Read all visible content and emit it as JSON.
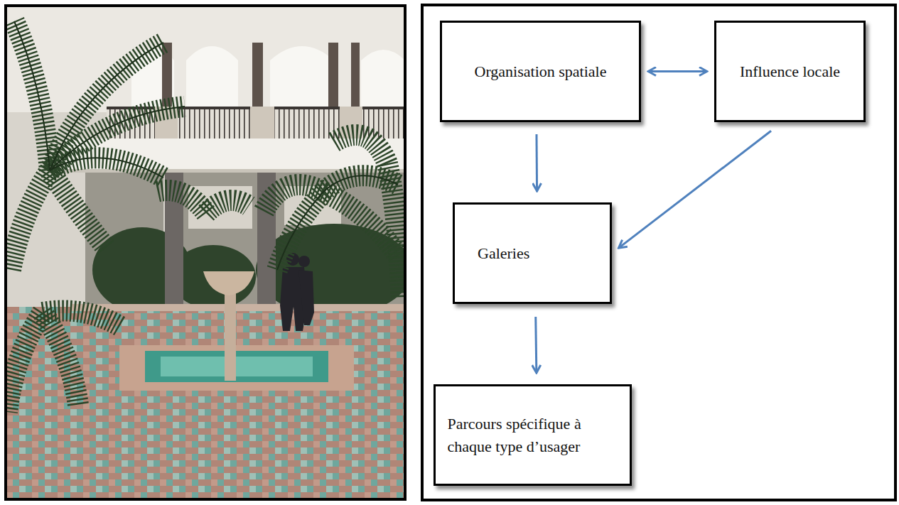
{
  "diagram": {
    "nodes": [
      {
        "text": [
          "Organisation spatiale"
        ]
      },
      {
        "text": [
          "Influence locale"
        ]
      },
      {
        "text": [
          "Galeries"
        ]
      },
      {
        "text": [
          "Parcours spécifique à chaque type d’usager"
        ]
      }
    ],
    "edges": [
      {
        "from": 0,
        "to": 1,
        "arrow": "both"
      },
      {
        "from": 0,
        "to": 2,
        "arrow": "to"
      },
      {
        "from": 1,
        "to": 2,
        "arrow": "to"
      },
      {
        "from": 2,
        "to": 3,
        "arrow": "to"
      }
    ]
  }
}
